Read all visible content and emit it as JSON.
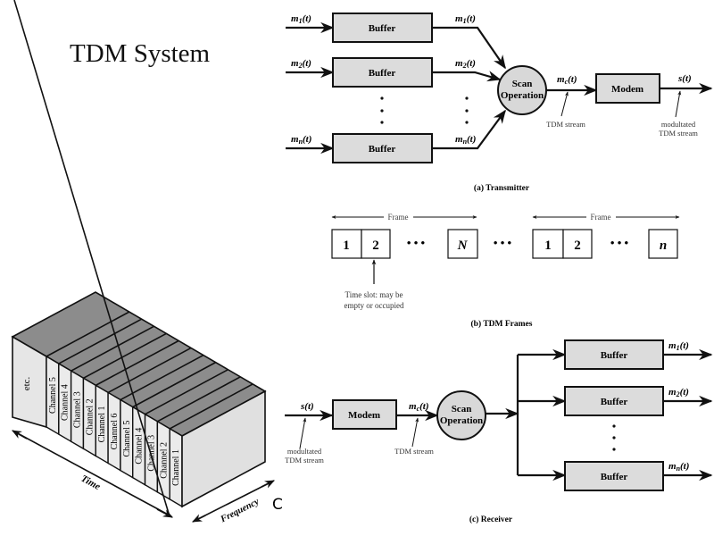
{
  "title": "TDM System",
  "colors": {
    "block_fill": "#dcdcdc",
    "circle_fill": "#d8d8d8",
    "box_top": "#8c8c8c",
    "box_face": "#e6e6e6",
    "stroke": "#111111"
  },
  "transmitter": {
    "caption": "(a) Transmitter",
    "inputs": [
      "m1(t)",
      "m2(t)",
      "mn(t)"
    ],
    "input_labels": [
      {
        "base": "m",
        "sub": "1",
        "suffix": "(t)"
      },
      {
        "base": "m",
        "sub": "2",
        "suffix": "(t)"
      },
      {
        "base": "m",
        "sub": "n",
        "suffix": "(t)"
      }
    ],
    "buffer_label": "Buffer",
    "scan_line1": "Scan",
    "scan_line2": "Operation",
    "mc": {
      "base": "m",
      "sub": "c",
      "suffix": "(t)"
    },
    "tdm_stream": "TDM stream",
    "modem": "Modem",
    "output": "s(t)",
    "modulated_line1": "modultated",
    "modulated_line2": "TDM stream",
    "ellipsis": "•"
  },
  "frames": {
    "caption": "(b) TDM Frames",
    "frame_label": "Frame",
    "frame1_slots": [
      "1",
      "2",
      "N"
    ],
    "frame2_slots": [
      "1",
      "2",
      "n"
    ],
    "dots": "•  •  •",
    "annotation_line1": "Time slot: may be",
    "annotation_line2": "empty or occupied"
  },
  "receiver": {
    "caption": "(c) Receiver",
    "input": "s(t)",
    "modulated_line1": "modultated",
    "modulated_line2": "TDM stream",
    "modem": "Modem",
    "mc": {
      "base": "m",
      "sub": "c",
      "suffix": "(t)"
    },
    "tdm_stream": "TDM stream",
    "scan_line1": "Scan",
    "scan_line2": "Operation",
    "buffer_label": "Buffer",
    "output_labels": [
      {
        "base": "m",
        "sub": "1",
        "suffix": "(t)"
      },
      {
        "base": "m",
        "sub": "2",
        "suffix": "(t)"
      },
      {
        "base": "m",
        "sub": "n",
        "suffix": "(t)"
      }
    ]
  },
  "box3d": {
    "left_face_label": "etc.",
    "channels": [
      "Channel 5",
      "Channel 4",
      "Channel 3",
      "Channel 2",
      "Channel 1",
      "Channel 6",
      "Channel 5",
      "Channel 4",
      "Channel 3",
      "Channel 2",
      "Channel 1"
    ],
    "time_label": "Time",
    "frequency_label": "Frequency"
  },
  "stray_letter": "C"
}
